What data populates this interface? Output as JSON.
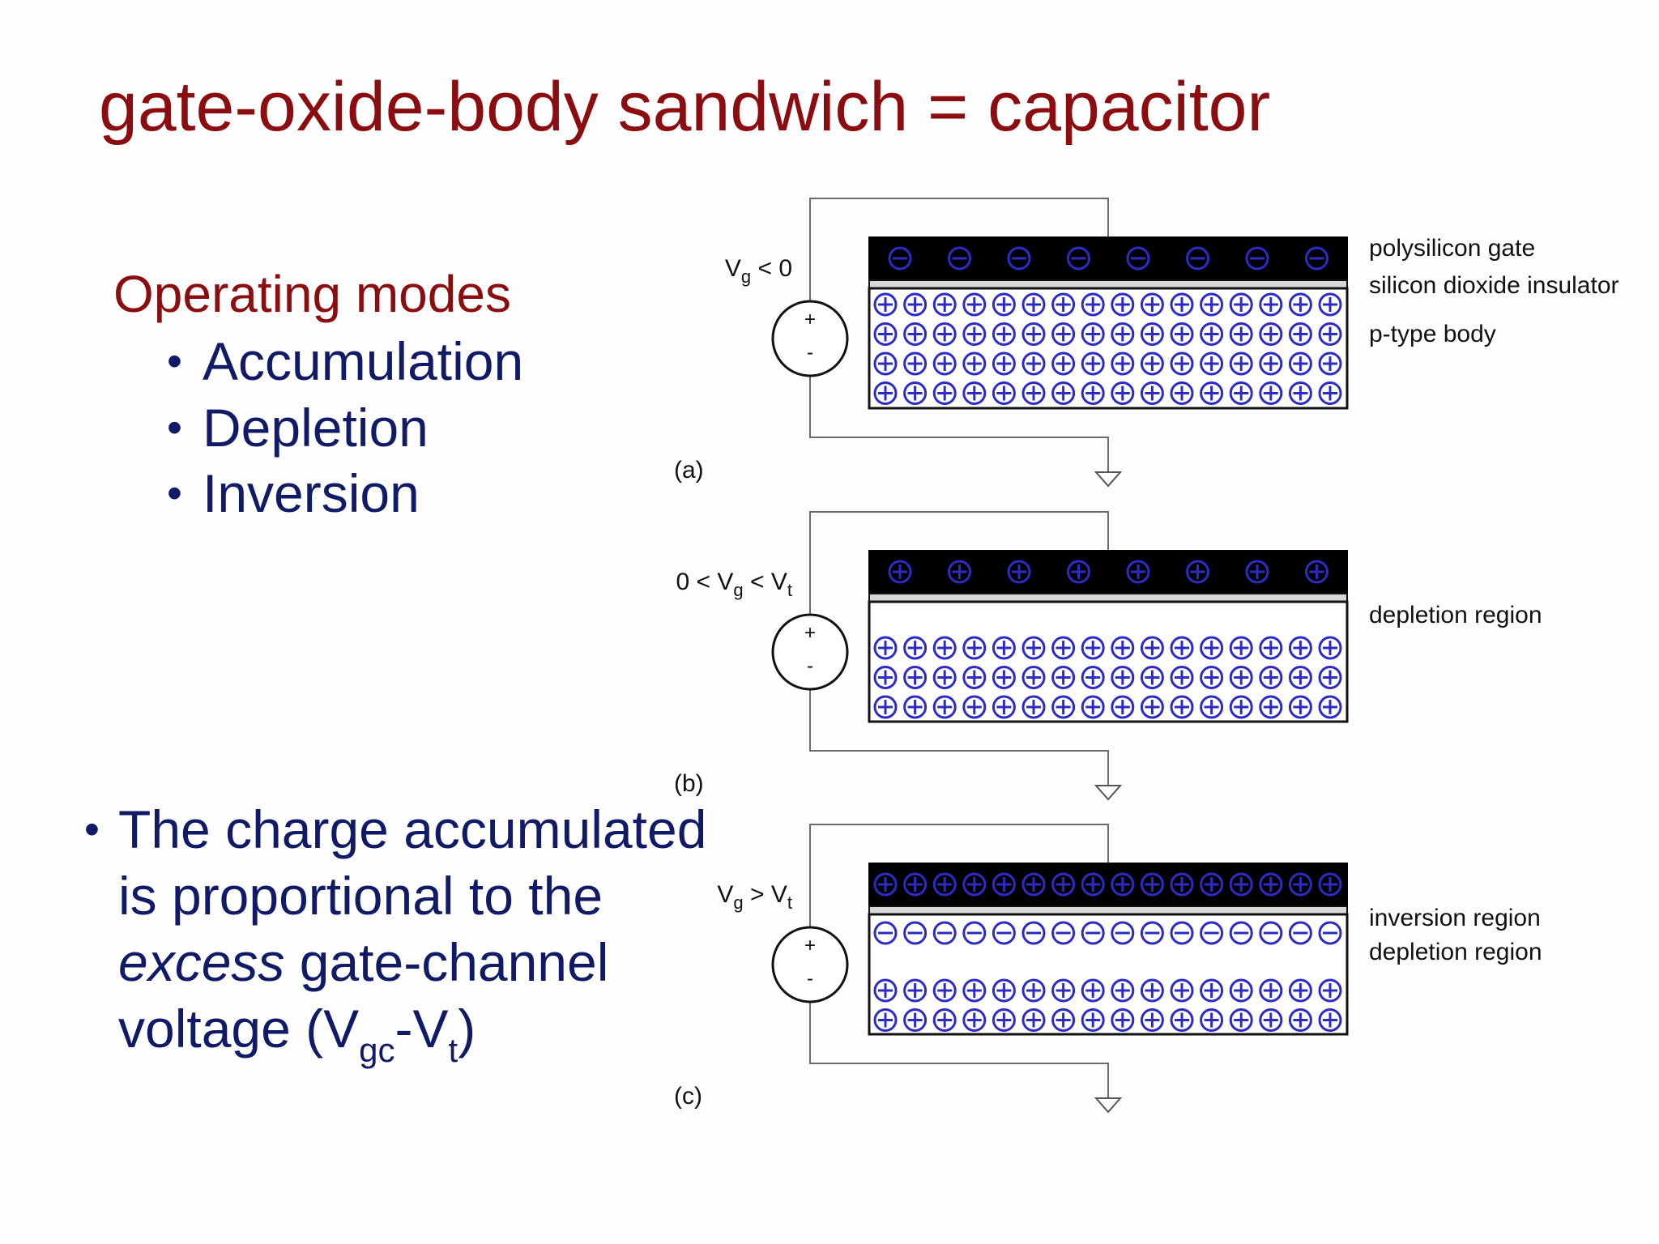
{
  "title": "gate-oxide-body sandwich = capacitor",
  "modes": {
    "heading": "Operating modes",
    "items": [
      "Accumulation",
      "Depletion",
      "Inversion"
    ]
  },
  "statement": {
    "line1": "The charge accumulated",
    "line2": "is proportional to the",
    "line3_emphasis": "excess",
    "line3_rest": " gate-channel",
    "line4_prefix": "voltage (V",
    "line4_sub1": "gc",
    "line4_mid": "-V",
    "line4_sub2": "t",
    "line4_suffix": ")"
  },
  "source": {
    "plus": "+",
    "minus": "-"
  },
  "panels": [
    {
      "label": "(a)",
      "condition": "V<sub>g</sub> < 0",
      "gate_charge": "negative",
      "gate_charges": 8,
      "body_charge_rows": 4,
      "charges_per_row": 16,
      "annotations": [
        "polysilicon gate",
        "silicon dioxide insulator",
        "p-type body"
      ]
    },
    {
      "label": "(b)",
      "condition": "0 < V<sub>g</sub> < V<sub>t</sub>",
      "gate_charge": "positive",
      "gate_charges": 8,
      "body_charge_rows": 3,
      "charges_per_row": 16,
      "annotations": [
        "depletion region"
      ]
    },
    {
      "label": "(c)",
      "condition": "V<sub>g</sub> > V<sub>t</sub>",
      "gate_charge": "positive",
      "gate_charges": 16,
      "inversion_charges": 16,
      "body_charge_rows": 2,
      "charges_per_row": 16,
      "annotations": [
        "inversion region",
        "depletion region"
      ]
    }
  ],
  "colors": {
    "title": "#8b0d10",
    "text": "#101a66",
    "charge": "#2d2bc6",
    "gate": "#000000"
  }
}
